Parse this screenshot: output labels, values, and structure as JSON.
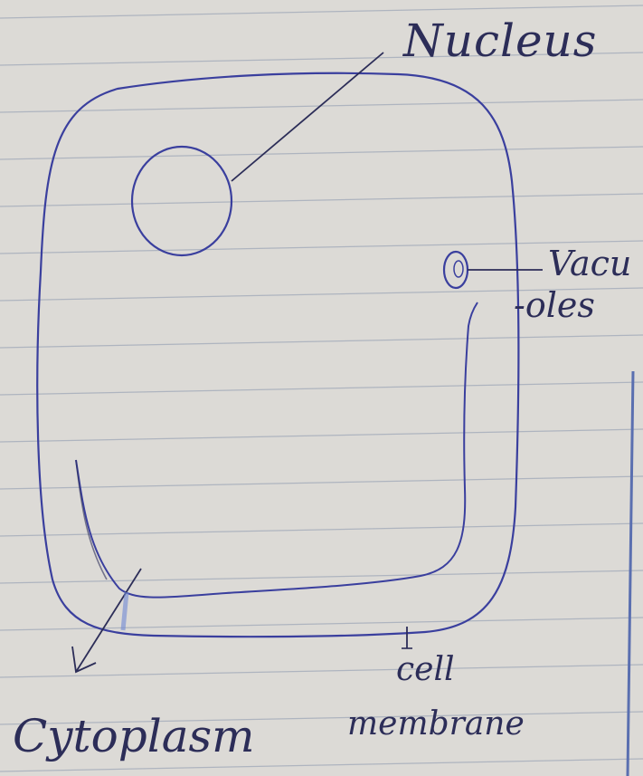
{
  "labels": {
    "nucleus": "Nucleus",
    "vacuoles_line1": "Vacu",
    "vacuoles_line2": "-oles",
    "cell_membrane_line1": "cell",
    "cell_membrane_line2": "membrane",
    "cytoplasm": "Cytoplasm"
  },
  "colors": {
    "paper": "#dcdad6",
    "ruled_line": "#aeb4bf",
    "margin_line": "#5a6fb0",
    "pen_blue": "#3a3f9e",
    "pencil_dark": "#2c2d58"
  }
}
